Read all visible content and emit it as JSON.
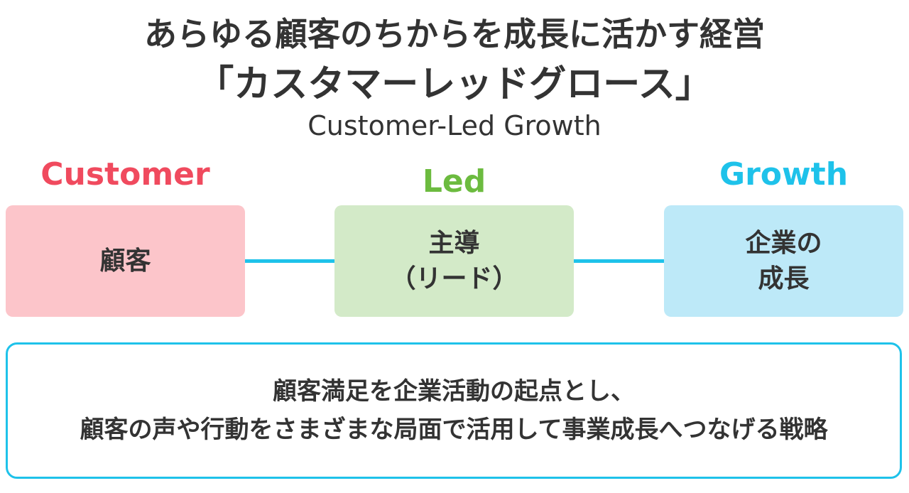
{
  "header": {
    "title_line1": "あらゆる顧客のちからを成長に活かす経営",
    "title_line2": "「カスタマーレッドグロース」",
    "subtitle": "Customer-Led Growth"
  },
  "columns": [
    {
      "label": "Customer",
      "box_lines": [
        "顧客"
      ],
      "label_color": "#f04a5e",
      "box_color": "#fcc5ca"
    },
    {
      "label": "Led",
      "box_lines": [
        "主導",
        "（リード）"
      ],
      "label_color": "#6cbb3f",
      "box_color": "#d3eac8"
    },
    {
      "label": "Growth",
      "box_lines": [
        "企業の",
        "成長"
      ],
      "label_color": "#1ec2ea",
      "box_color": "#bde9f8"
    }
  ],
  "connector_color": "#1ec2ea",
  "summary": {
    "lines": [
      "顧客満足を企業活動の起点とし、",
      "顧客の声や行動をさまざまな局面で活用して事業成長へつなげる戦略"
    ],
    "border_color": "#1ec2ea"
  }
}
